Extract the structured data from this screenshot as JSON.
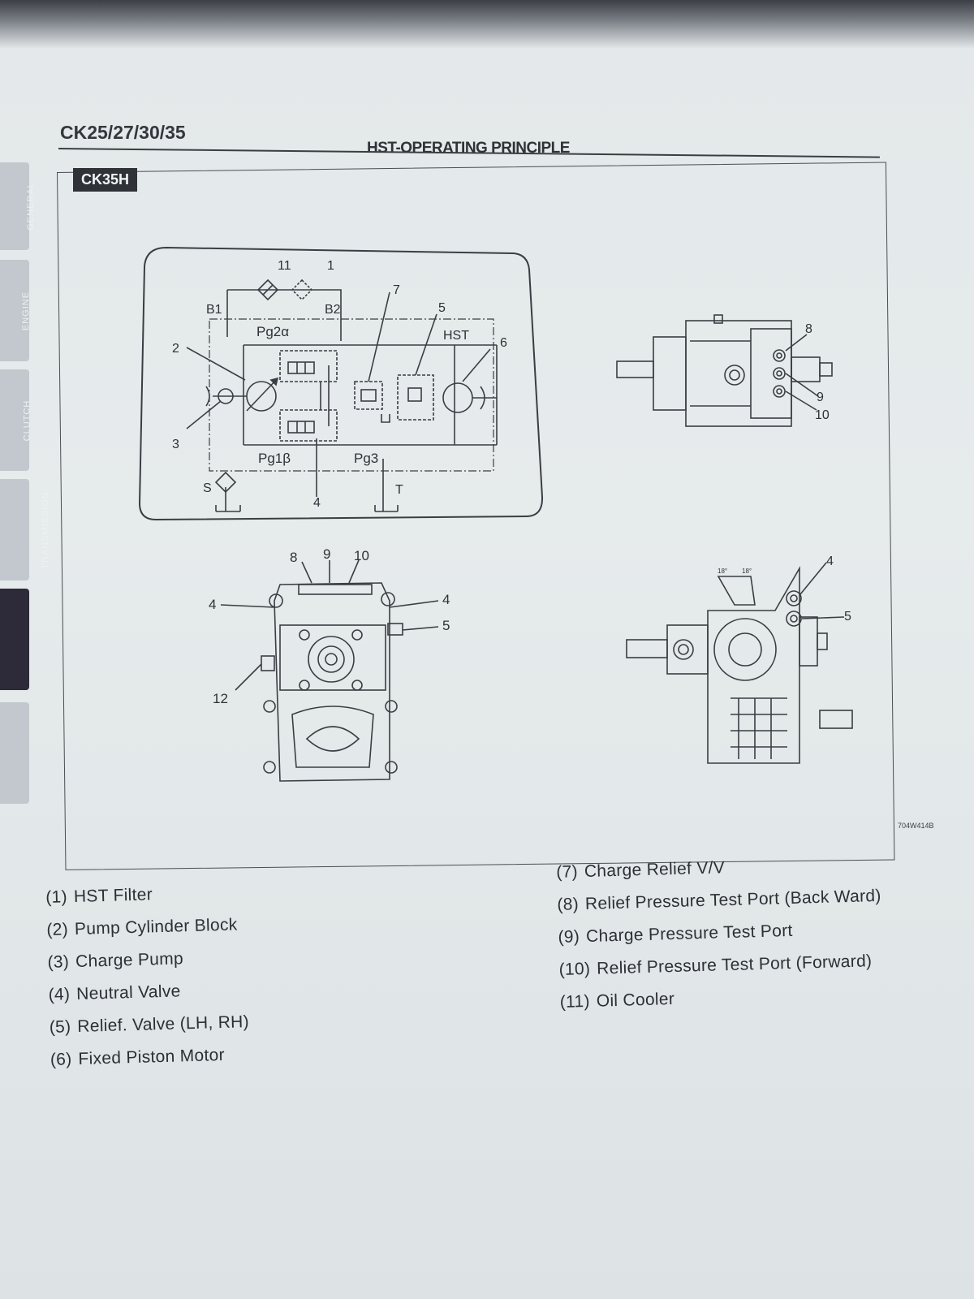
{
  "header": {
    "model_range": "CK25/27/30/35",
    "section_title": "HST-OPERATING PRINCIPLE"
  },
  "side_tabs": [
    "GENERAL",
    "ENGINE",
    "CLUTCH",
    "TRANSMISSION"
  ],
  "figure": {
    "model_tag": "CK35H",
    "figure_code": "704W414B",
    "schematic_labels": {
      "n11": "11",
      "n1": "1",
      "b1": "B1",
      "b2": "B2",
      "n7": "7",
      "n5": "5",
      "pg2": "Pg2α",
      "hst": "HST",
      "n6": "6",
      "n2": "2",
      "n3": "3",
      "pg1": "Pg1β",
      "pg3": "Pg3",
      "s": "S",
      "t": "T",
      "n4": "4"
    },
    "callouts": {
      "top_right_8": "8",
      "top_right_9": "9",
      "top_right_10": "10",
      "front_8": "8",
      "front_9": "9",
      "front_10": "10",
      "front_4_left": "4",
      "front_4_right": "4",
      "front_5": "5",
      "front_12": "12",
      "side_4": "4",
      "side_5": "5",
      "angle_left": "18°",
      "angle_right": "18°"
    }
  },
  "legend": {
    "left": [
      {
        "num": "(1)",
        "text": "HST Filter"
      },
      {
        "num": "(2)",
        "text": "Pump Cylinder Block"
      },
      {
        "num": "(3)",
        "text": "Charge Pump"
      },
      {
        "num": "(4)",
        "text": "Neutral Valve"
      },
      {
        "num": "(5)",
        "text": "Relief. Valve (LH, RH)"
      },
      {
        "num": "(6)",
        "text": "Fixed Piston Motor"
      }
    ],
    "right": [
      {
        "num": "(7)",
        "text": "Charge Relief V/V"
      },
      {
        "num": "(8)",
        "text": "Relief Pressure Test Port (Back Ward)"
      },
      {
        "num": "(9)",
        "text": "Charge Pressure Test Port"
      },
      {
        "num": "(10)",
        "text": "Relief Pressure Test Port (Forward)"
      },
      {
        "num": "(11)",
        "text": "Oil Cooler"
      }
    ]
  }
}
